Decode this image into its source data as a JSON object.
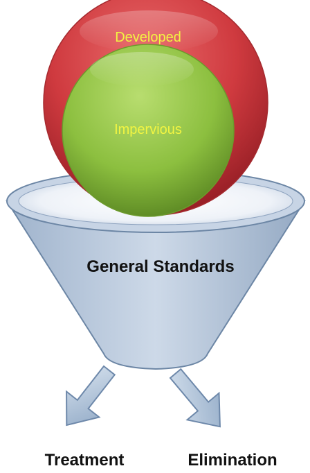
{
  "diagram": {
    "outer_circle_label": "Developed",
    "inner_circle_label": "Impervious",
    "funnel_label": "General Standards",
    "output_left_label": "Treatment",
    "output_right_label": "Elimination"
  },
  "colors": {
    "outer_circle": "#c9343a",
    "inner_circle": "#8cbf3f",
    "circle_text": "#f2f542",
    "funnel_fill": "#b9c9de",
    "funnel_stroke": "#6c86a5",
    "arrow_fill": "#b8c9dd",
    "label_text": "#111111"
  }
}
